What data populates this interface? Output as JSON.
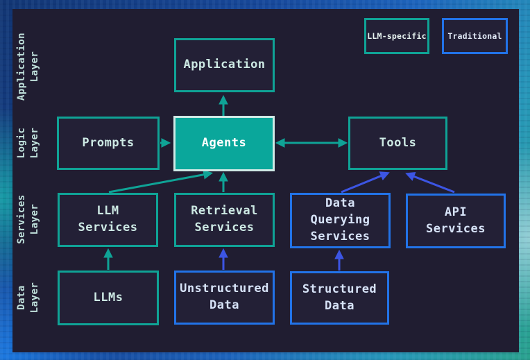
{
  "colors": {
    "teal": "#0fa396",
    "blue": "#2273e8",
    "blue_arrow": "#3c55e4",
    "agents_fill": "#0aa79b",
    "agents_border": "#cfe9e5",
    "panel_bg": "#201d31",
    "node_fill": "#232036",
    "text_teal": "#cde9e4",
    "text_blue": "#d7e3f8",
    "layer_label": "#bfe0db"
  },
  "legend": {
    "items": [
      {
        "id": "llm-specific",
        "label": "LLM-specific"
      },
      {
        "id": "traditional",
        "label": "Traditional"
      }
    ]
  },
  "layers": [
    {
      "id": "application-layer",
      "label": "Application\nLayer"
    },
    {
      "id": "logic-layer",
      "label": "Logic\nLayer"
    },
    {
      "id": "services-layer",
      "label": "Services\nLayer"
    },
    {
      "id": "data-layer",
      "label": "Data\nLayer"
    }
  ],
  "nodes": {
    "application": {
      "label": "Application",
      "category": "llm-specific",
      "layer": "Application Layer"
    },
    "prompts": {
      "label": "Prompts",
      "category": "llm-specific",
      "layer": "Logic Layer"
    },
    "agents": {
      "label": "Agents",
      "category": "llm-specific",
      "layer": "Logic Layer"
    },
    "tools": {
      "label": "Tools",
      "category": "llm-specific",
      "layer": "Logic Layer"
    },
    "llm_services": {
      "label": "LLM\nServices",
      "category": "llm-specific",
      "layer": "Services Layer"
    },
    "retrieval_services": {
      "label": "Retrieval\nServices",
      "category": "llm-specific",
      "layer": "Services Layer"
    },
    "data_querying_services": {
      "label": "Data\nQuerying\nServices",
      "category": "traditional",
      "layer": "Services Layer"
    },
    "api_services": {
      "label": "API\nServices",
      "category": "traditional",
      "layer": "Services Layer"
    },
    "llms": {
      "label": "LLMs",
      "category": "llm-specific",
      "layer": "Data Layer"
    },
    "unstructured_data": {
      "label": "Unstructured\nData",
      "category": "traditional",
      "layer": "Data Layer"
    },
    "structured_data": {
      "label": "Structured\nData",
      "category": "traditional",
      "layer": "Data Layer"
    }
  },
  "edges": [
    {
      "from": "agents",
      "to": "application",
      "style": "llm-specific",
      "direction": "one-way"
    },
    {
      "from": "prompts",
      "to": "agents",
      "style": "llm-specific",
      "direction": "one-way"
    },
    {
      "from": "agents",
      "to": "tools",
      "style": "llm-specific",
      "direction": "two-way"
    },
    {
      "from": "llm_services",
      "to": "agents",
      "style": "llm-specific",
      "direction": "one-way"
    },
    {
      "from": "retrieval_services",
      "to": "agents",
      "style": "llm-specific",
      "direction": "one-way"
    },
    {
      "from": "llms",
      "to": "llm_services",
      "style": "llm-specific",
      "direction": "one-way"
    },
    {
      "from": "unstructured_data",
      "to": "retrieval_services",
      "style": "traditional",
      "direction": "one-way"
    },
    {
      "from": "structured_data",
      "to": "data_querying_services",
      "style": "traditional",
      "direction": "one-way"
    },
    {
      "from": "data_querying_services",
      "to": "tools",
      "style": "traditional",
      "direction": "one-way"
    },
    {
      "from": "api_services",
      "to": "tools",
      "style": "traditional",
      "direction": "one-way"
    }
  ]
}
